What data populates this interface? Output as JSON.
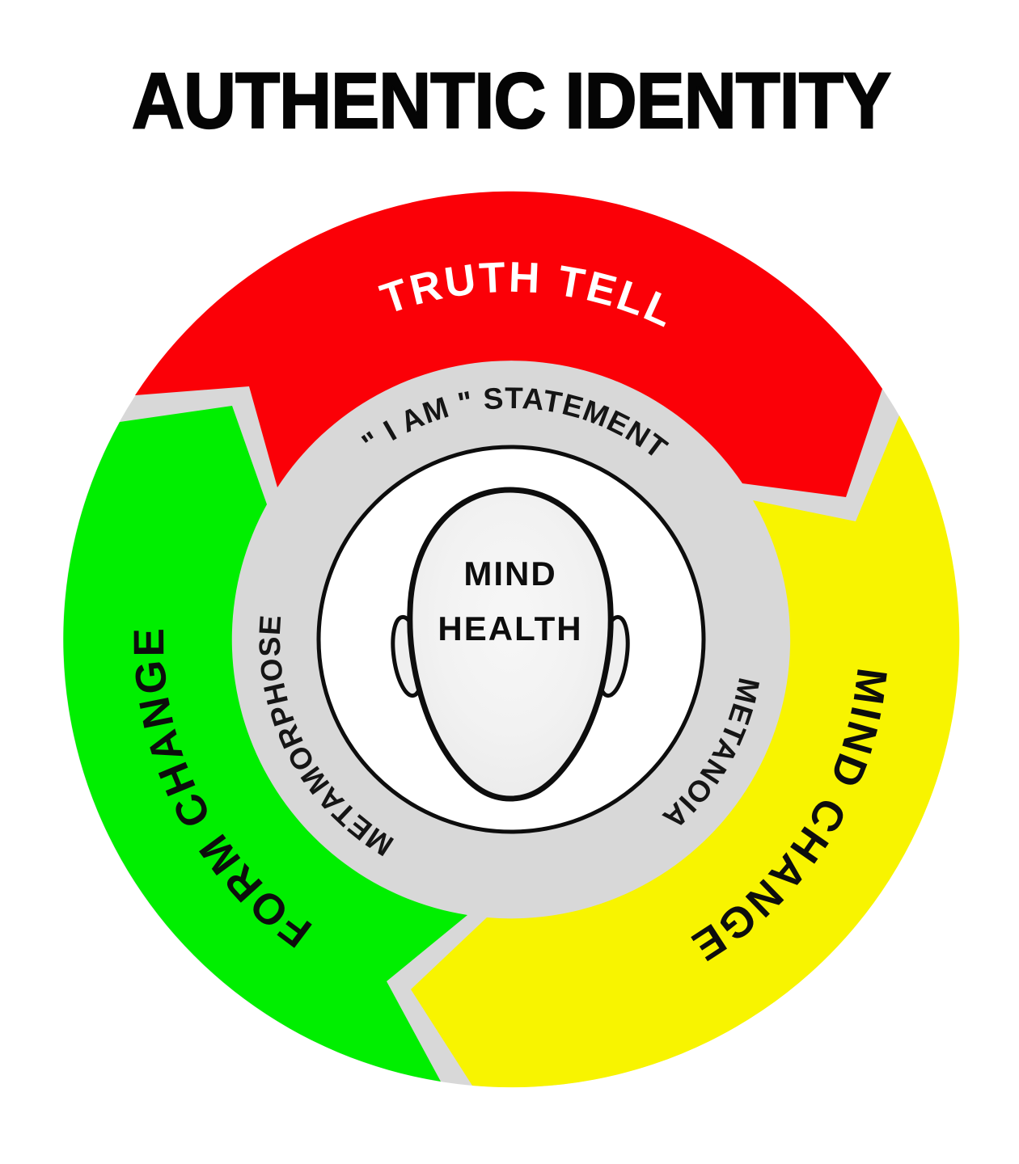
{
  "title": "AUTHENTIC IDENTITY",
  "wheel": {
    "direction": "clockwise",
    "segments": [
      {
        "id": "truth-tell",
        "label": "TRUTH TELL",
        "color": "#FB0007",
        "text_color": "#FFFFFF"
      },
      {
        "id": "mind-change",
        "label": "MIND CHANGE",
        "color": "#F8F400",
        "text_color": "#0D0D0D"
      },
      {
        "id": "form-change",
        "label": "FORM CHANGE",
        "color": "#00EF00",
        "text_color": "#0D0D0D"
      }
    ],
    "ring": {
      "color": "#D8D8D8",
      "text_color": "#151515",
      "labels": [
        {
          "id": "i-am-statement",
          "text": "\" I AM \" STATEMENT"
        },
        {
          "id": "metamorphose",
          "text": "METAMORPHOSE"
        },
        {
          "id": "metanoia",
          "text": "METANOIA"
        }
      ]
    },
    "center": {
      "line1": "MIND",
      "line2": "HEALTH",
      "circle_color": "#FFFFFF",
      "outline_color": "#0D0D0D"
    }
  }
}
